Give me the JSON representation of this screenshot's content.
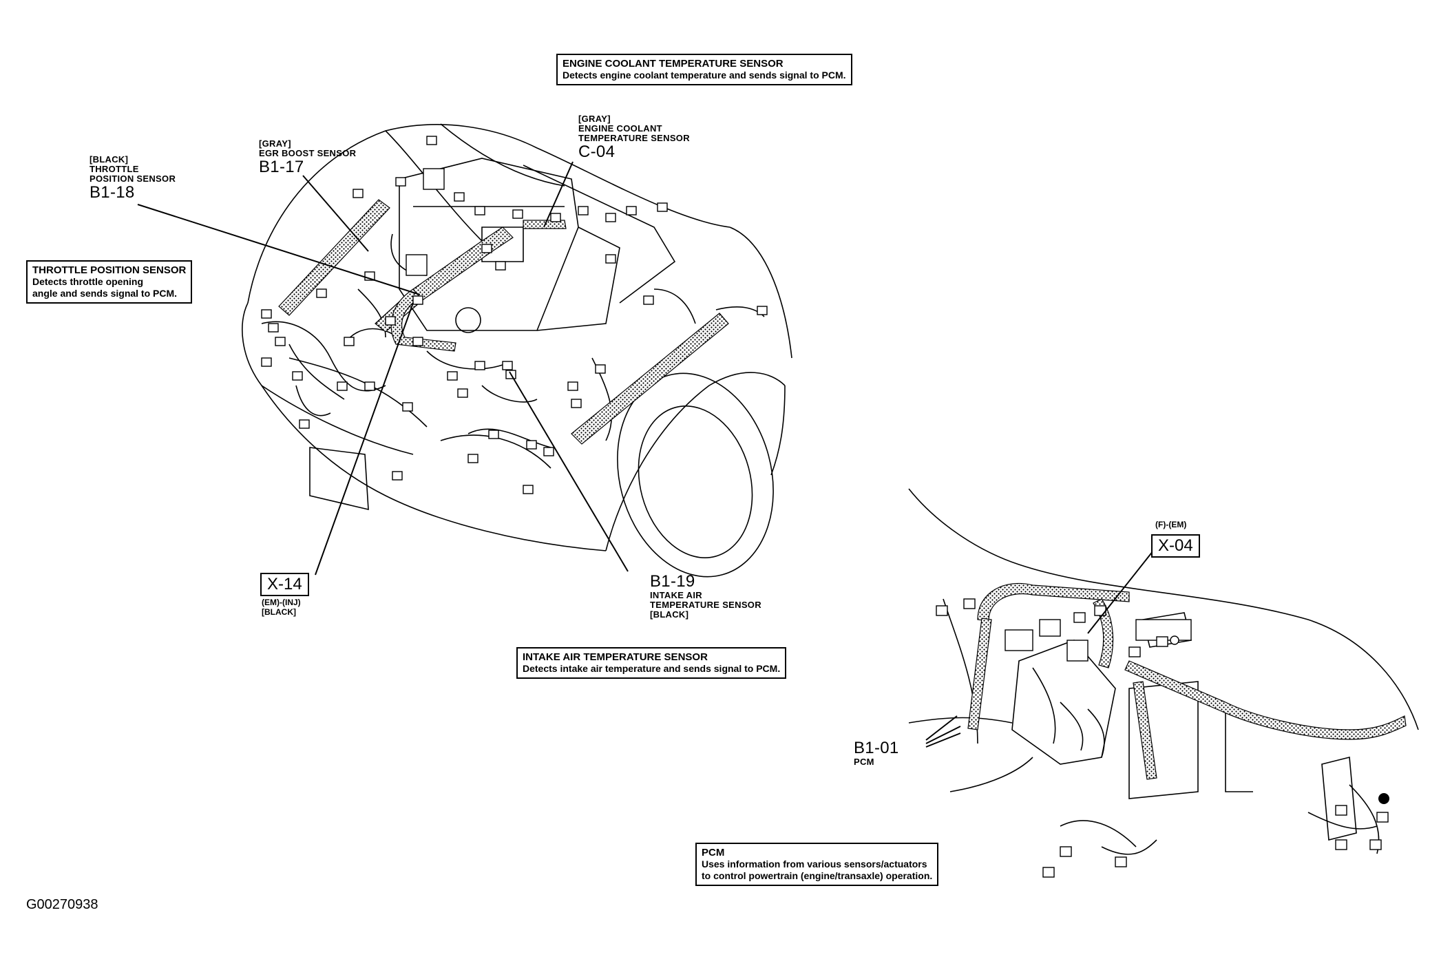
{
  "engine_coolant_box": {
    "title": "ENGINE COOLANT TEMPERATURE SENSOR",
    "desc": "Detects engine coolant temperature and sends signal to PCM."
  },
  "throttle_box": {
    "title": "THROTTLE POSITION SENSOR",
    "line1": "Detects throttle opening",
    "line2": "angle and sends signal to PCM."
  },
  "intake_box": {
    "title": "INTAKE AIR TEMPERATURE SENSOR",
    "desc": "Detects intake air temperature and sends signal to PCM."
  },
  "pcm_box": {
    "title": "PCM",
    "line1": "Uses information from various sensors/actuators",
    "line2": "to control powertrain (engine/transaxle) operation."
  },
  "labels": {
    "b1_18": {
      "color": "[BLACK]",
      "name1": "THROTTLE",
      "name2": "POSITION SENSOR",
      "code": "B1-18"
    },
    "b1_17": {
      "color": "[GRAY]",
      "name1": "EGR BOOST SENSOR",
      "code": "B1-17"
    },
    "c_04": {
      "color": "[GRAY]",
      "name1": "ENGINE COOLANT",
      "name2": "TEMPERATURE SENSOR",
      "code": "C-04"
    },
    "x_14": {
      "code": "X-14",
      "sub1": "(EM)-(INJ)",
      "sub2": "[BLACK]"
    },
    "b1_19": {
      "code": "B1-19",
      "name1": "INTAKE AIR",
      "name2": "TEMPERATURE SENSOR",
      "color": "[BLACK]"
    },
    "x_04": {
      "sub": "(F)-(EM)",
      "code": "X-04"
    },
    "b1_01": {
      "code": "B1-01",
      "sub": "PCM"
    }
  },
  "figure_id": "G00270938"
}
